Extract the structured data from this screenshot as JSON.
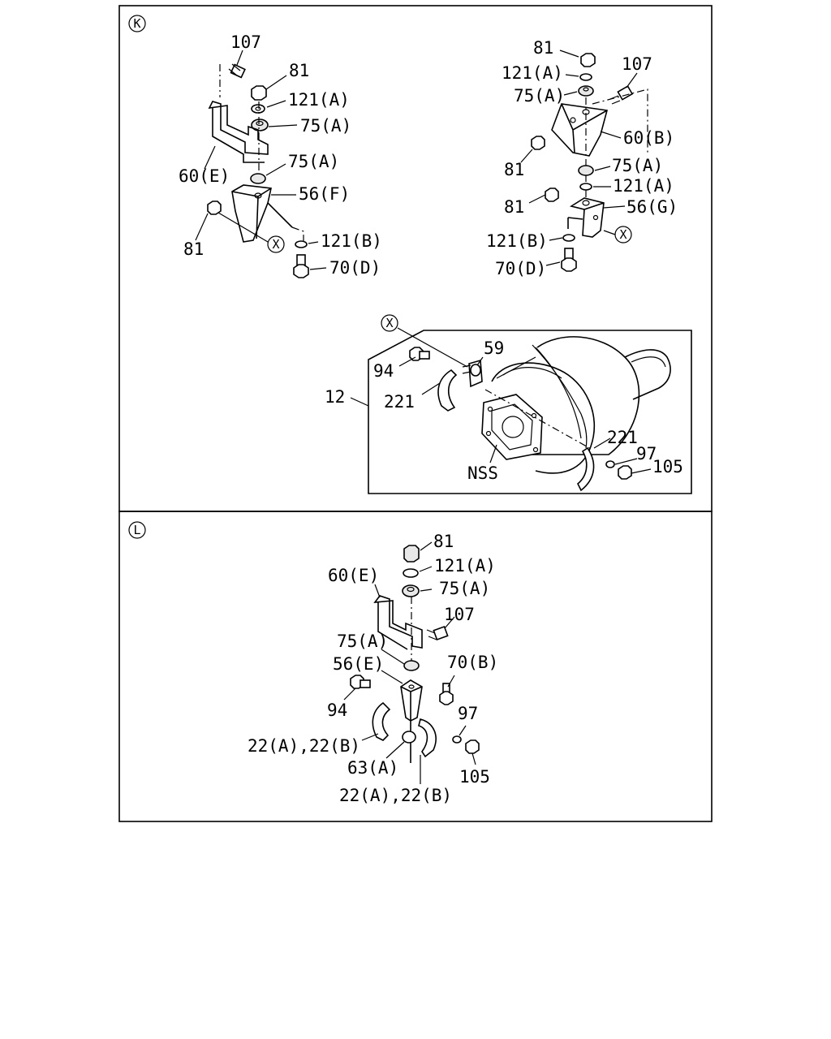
{
  "sections": {
    "k": {
      "marker": "K"
    },
    "l": {
      "marker": "L"
    }
  },
  "callout": {
    "marker": "X"
  },
  "labels": {
    "k107a": "107",
    "k81a": "81",
    "k121a_a": "121(A)",
    "k75a_a": "75(A)",
    "k60e": "60(E)",
    "k75a_b": "75(A)",
    "k56f": "56(F)",
    "k81b": "81",
    "k121b_a": "121(B)",
    "k70d_a": "70(D)",
    "k81c": "81",
    "k121a_b": "121(A)",
    "k75a_c": "75(A)",
    "k107b": "107",
    "k60b": "60(B)",
    "k81d": "81",
    "k75a_d": "75(A)",
    "k121a_c": "121(A)",
    "k81e": "81",
    "k56g": "56(G)",
    "k121b_b": "121(B)",
    "k70d_b": "70(D)",
    "k59": "59",
    "k94": "94",
    "k12": "12",
    "k221a": "221",
    "k221b": "221",
    "k97": "97",
    "k105": "105",
    "knss": "NSS",
    "l81": "81",
    "l121a": "121(A)",
    "l60e": "60(E)",
    "l75a_a": "75(A)",
    "l107": "107",
    "l75a_b": "75(A)",
    "l56e": "56(E)",
    "l70b": "70(B)",
    "l94": "94",
    "l97": "97",
    "l22a": "22(A),22(B)",
    "l63a": "63(A)",
    "l105": "105",
    "l22b": "22(A),22(B)"
  }
}
